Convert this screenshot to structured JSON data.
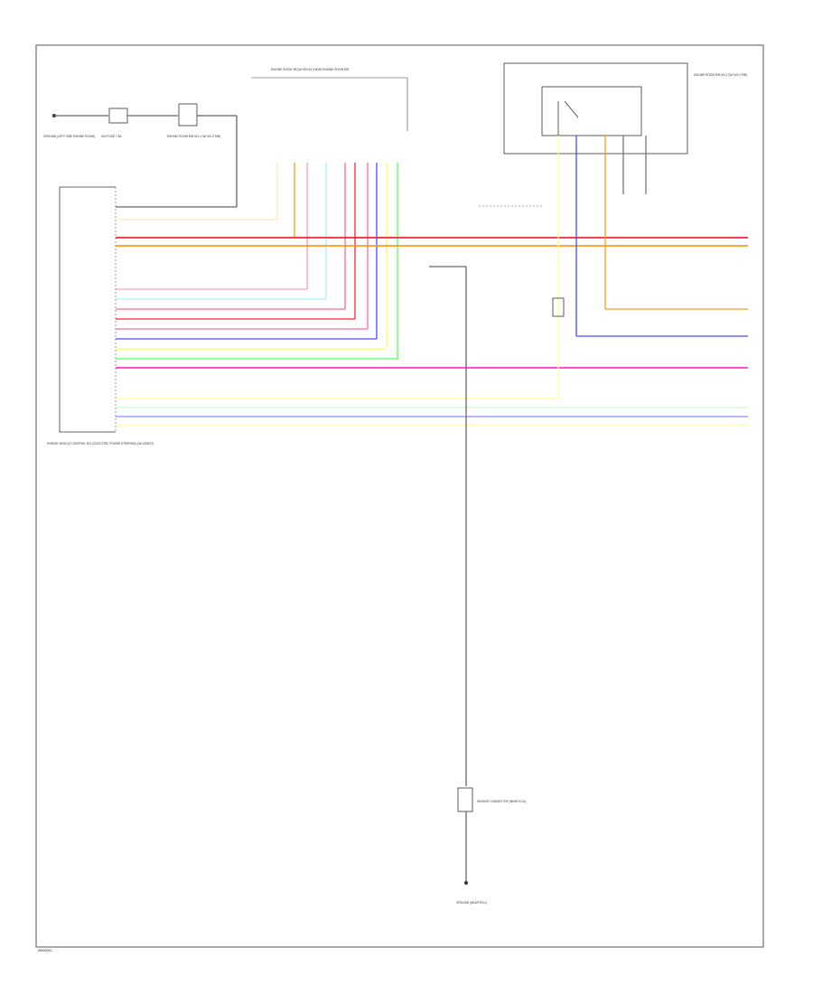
{
  "diagram": {
    "page_code": "W00000C",
    "modules": {
      "hybrid_ecu": "HYBRID VEHICLE CONTROL ECU (ELECTRIC POWER STEERING) (W/ ASSIST)",
      "relay_box": "ENGINE ROOM R/B NO.1 (W/ NO.2 R/B)",
      "top_connector": "ENGINE ROOM J/B (W/ RELAY) NEAR ENGINE ROOM R/B",
      "fuse": "IGN FUSE 7.5A",
      "ground_top": "GROUND (LEFT SIDE ENGINE ROOM)",
      "ground_bottom": "GROUND (NEAR ECU)",
      "sensor": "SENSOR CONNECTOR (NEAR ECU)"
    },
    "wire_colors": {
      "red": "#ff1f3a",
      "orange": "#ff9a1a",
      "pink": "#ff9fb0",
      "cyan": "#a8f0ff",
      "blue": "#4a4aff",
      "yellow": "#ffff5a",
      "green": "#5aff5a",
      "magenta": "#ff33d6",
      "tan": "#e8d8a0",
      "gray": "#777777",
      "lightgreen": "#c8ffc8"
    }
  }
}
